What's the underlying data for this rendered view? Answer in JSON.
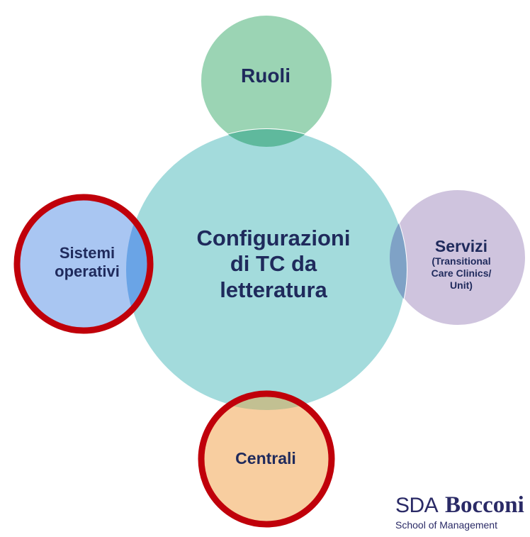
{
  "nodes": {
    "top": {
      "label": "Ruoli",
      "fill": "#9bd4b4"
    },
    "center": {
      "lines": [
        "Configurazioni",
        "di TC da",
        "letteratura"
      ],
      "fill": "#a3dbdc"
    },
    "left": {
      "lines": [
        "Sistemi",
        "operativi"
      ],
      "fill": "#a9c6f2",
      "highlighted": true
    },
    "right": {
      "title": "Servizi",
      "sub_lines": [
        "(Transitional",
        "Care Clinics/",
        "Unit)"
      ],
      "fill": "#cfc4de"
    },
    "bottom": {
      "label": "Centrali",
      "fill": "#f8cea0",
      "highlighted": true
    }
  },
  "colors": {
    "text": "#1f2a5c",
    "highlight_ring": "#c0000a",
    "overlap_top": "#5fb99d",
    "overlap_left": "#6aa4e6",
    "overlap_right": "#7fa2c6",
    "overlap_bottom": "#c2c092"
  },
  "logo": {
    "sda": "SDA",
    "bocconi": "Bocconi",
    "subtitle": "School of Management"
  }
}
